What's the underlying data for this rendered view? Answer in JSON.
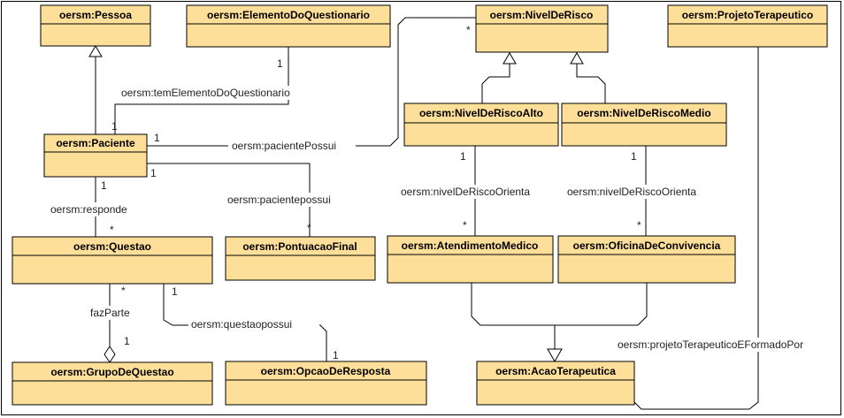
{
  "classes": {
    "pessoa": "oersm:Pessoa",
    "elemento": "oersm:ElementoDoQuestionario",
    "nivel_risco": "oersm:NivelDeRisco",
    "projeto": "oersm:ProjetoTerapeutico",
    "paciente": "oersm:Paciente",
    "nivel_alto": "oersm:NivelDeRiscoAlto",
    "nivel_medio": "oersm:NivelDeRiscoMedio",
    "questao": "oersm:Questao",
    "pontuacao": "oersm:PontuacaoFinal",
    "atendimento": "oersm:AtendimentoMedico",
    "oficina": "oersm:OficinaDeConvivencia",
    "grupo": "oersm:GrupoDeQuestao",
    "opcao": "oersm:OpcaoDeResposta",
    "acao": "oersm:AcaoTerapeutica"
  },
  "edges": {
    "tem_elemento": "oersm:temElementoDoQuestionario",
    "paciente_possui": "oersm:pacientePossui",
    "paciente_possui_lower": "oersm:pacientepossui",
    "responde": "oersm:responde",
    "faz_parte": "fazParte",
    "questao_possui": "oersm:questaopossui",
    "nivel_orienta_alto": "oersm:nivelDeRiscoOrienta",
    "nivel_orienta_medio": "oersm:nivelDeRiscoOrienta",
    "projeto_formado": "oersm:projetoTerapeuticoEFormadoPor"
  },
  "multiplicities": {
    "one": "1",
    "many": "*"
  }
}
